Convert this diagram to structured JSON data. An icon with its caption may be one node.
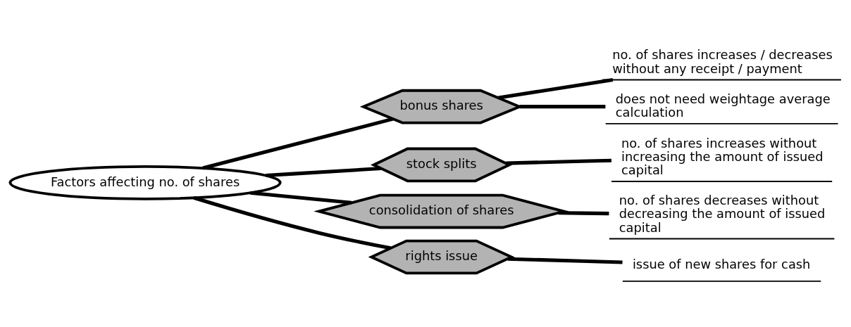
{
  "diagram": {
    "nodes": [
      {
        "text": [
          "Factors affecting no. of shares"
        ]
      },
      {
        "text": [
          "bonus shares"
        ]
      },
      {
        "text": [
          "no. of shares increases / decreases without any receipt / payment"
        ]
      },
      {
        "text": [
          "does not need weightage average calculation"
        ]
      },
      {
        "text": [
          "stock splits"
        ]
      },
      {
        "text": [
          "no. of shares increases without increasing the amount of issued capital"
        ]
      },
      {
        "text": [
          "consolidation of shares"
        ]
      },
      {
        "text": [
          "no. of shares decreases without decreasing the amount of issued capital"
        ]
      },
      {
        "text": [
          "rights issue"
        ]
      },
      {
        "text": [
          "issue of new shares for cash"
        ]
      }
    ],
    "edges": [
      {
        "from": 0,
        "to": 1,
        "arrow": "none"
      },
      {
        "from": 1,
        "to": 2,
        "arrow": "none"
      },
      {
        "from": 1,
        "to": 3,
        "arrow": "none"
      },
      {
        "from": 0,
        "to": 4,
        "arrow": "none"
      },
      {
        "from": 4,
        "to": 5,
        "arrow": "none"
      },
      {
        "from": 0,
        "to": 6,
        "arrow": "none"
      },
      {
        "from": 6,
        "to": 7,
        "arrow": "none"
      },
      {
        "from": 0,
        "to": 8,
        "arrow": "none"
      },
      {
        "from": 8,
        "to": 9,
        "arrow": "none"
      }
    ]
  }
}
